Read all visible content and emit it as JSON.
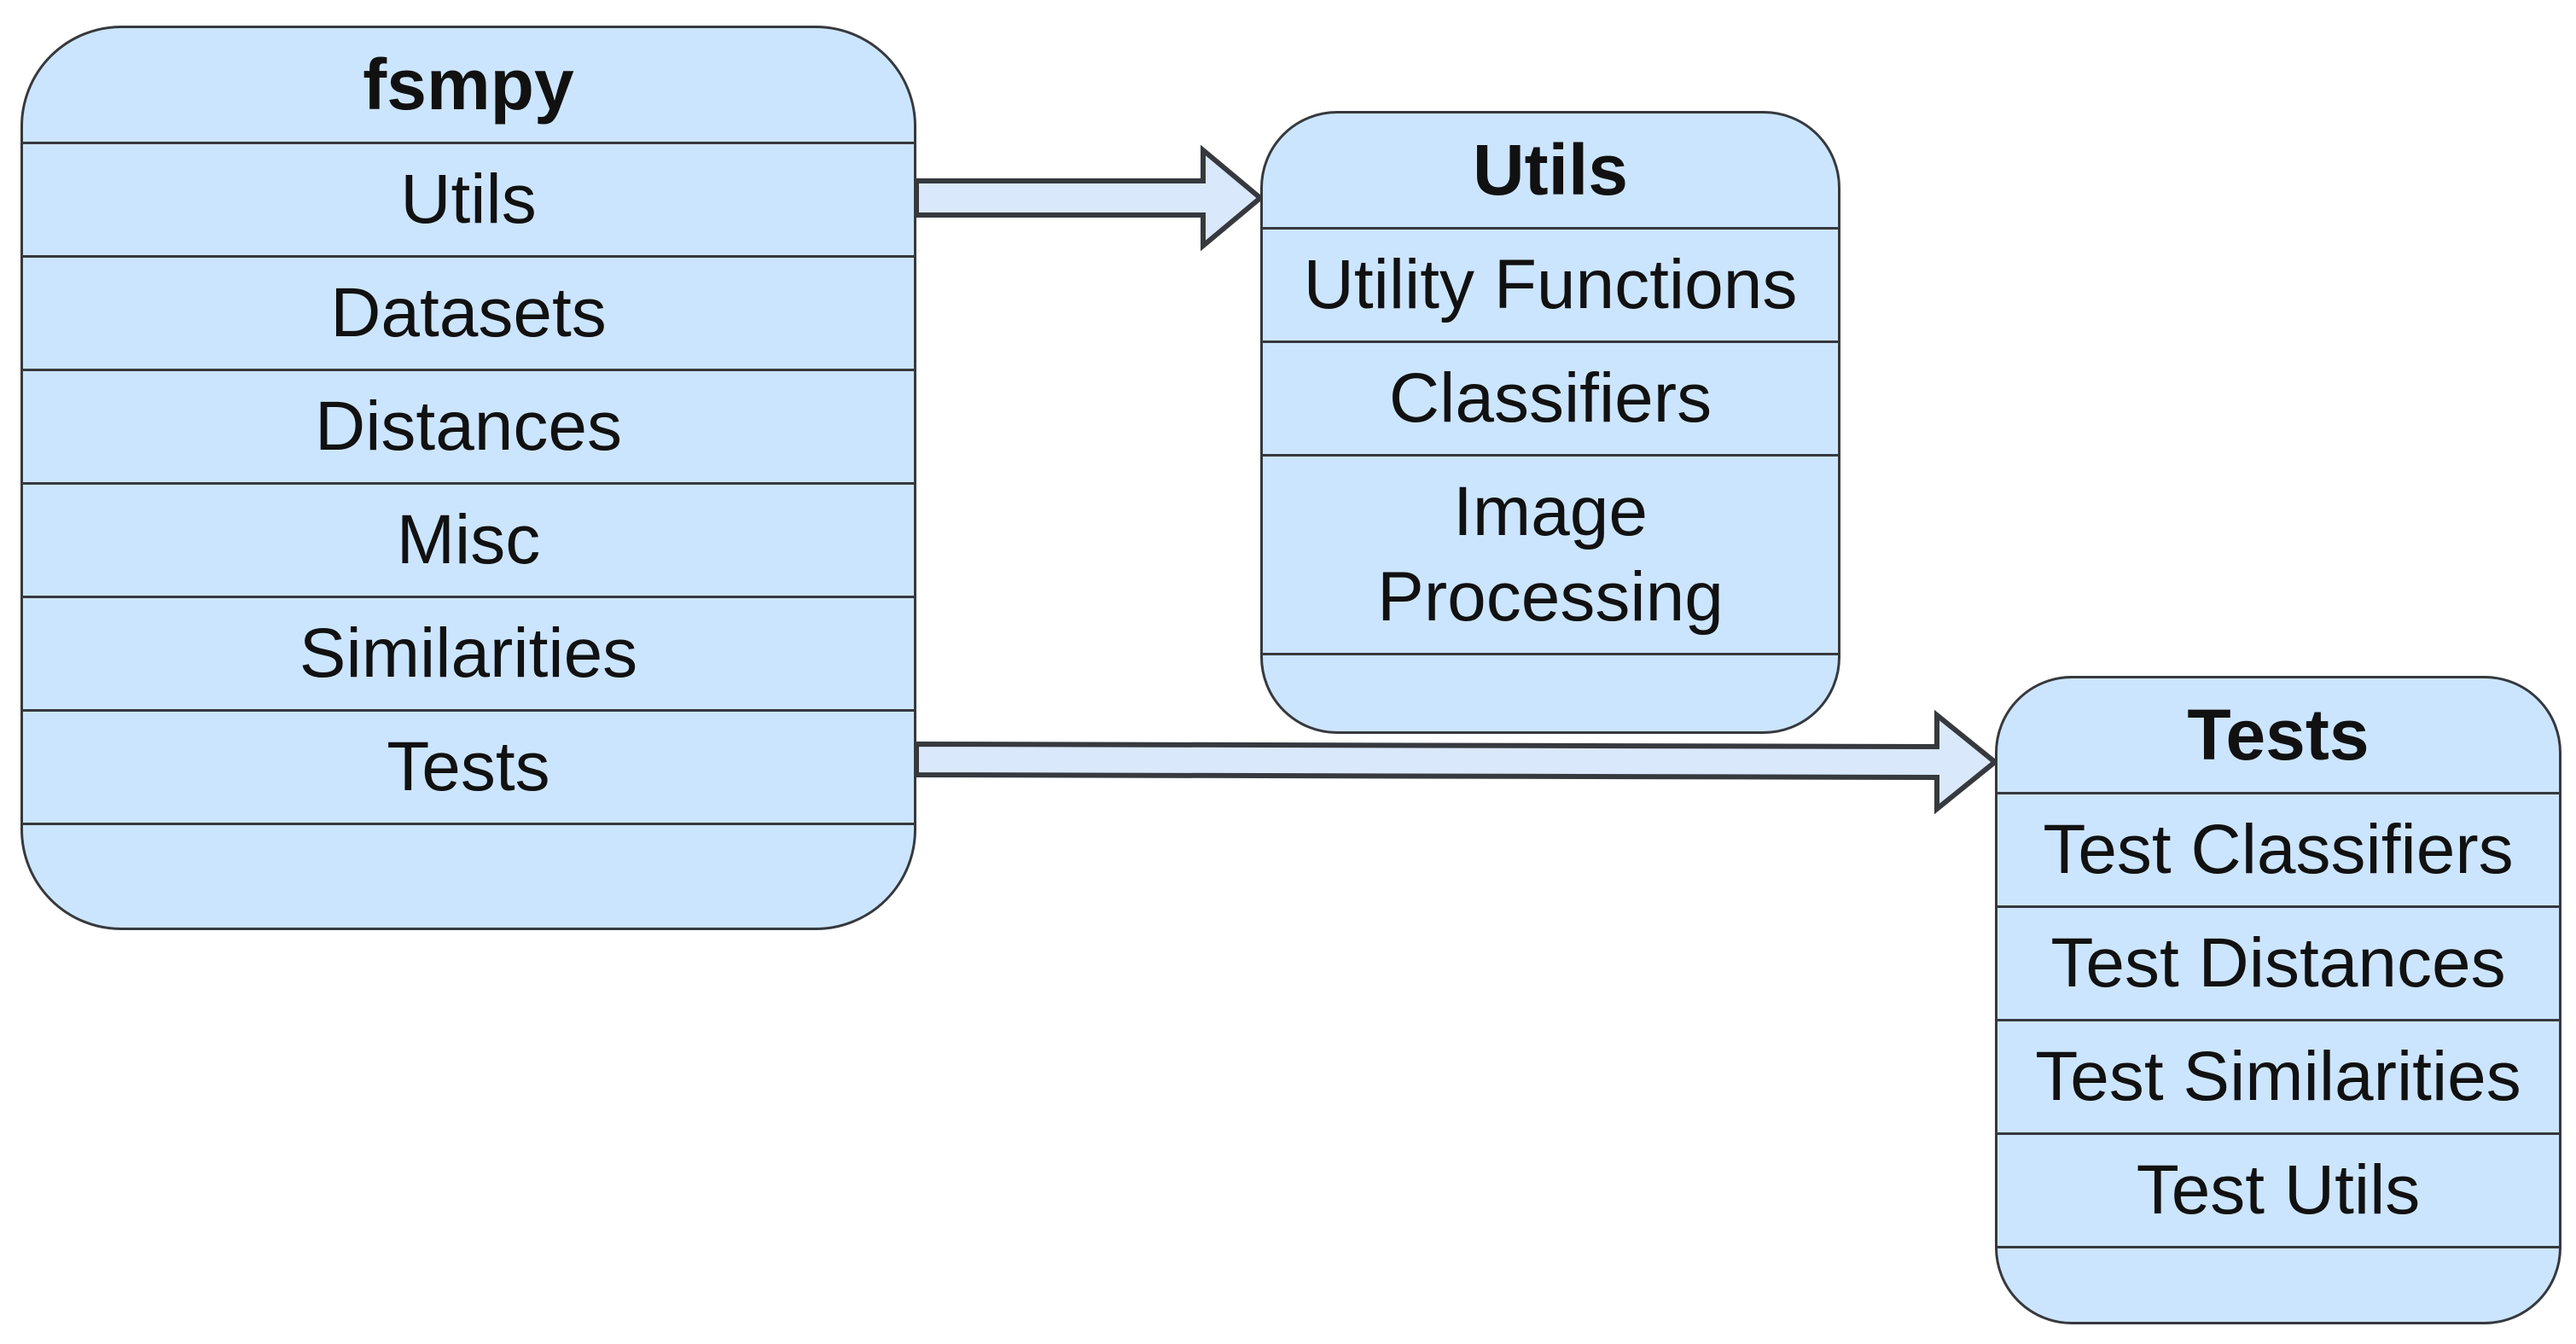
{
  "diagram": {
    "nodes": [
      {
        "id": "fsmpy",
        "title": "fsmpy",
        "items": [
          "Utils",
          "Datasets",
          "Distances",
          "Misc",
          "Similarities",
          "Tests"
        ]
      },
      {
        "id": "utils",
        "title": "Utils",
        "items": [
          "Utility Functions",
          "Classifiers",
          "Image Processing"
        ]
      },
      {
        "id": "tests",
        "title": "Tests",
        "items": [
          "Test Classifiers",
          "Test Distances",
          "Test Similarities",
          "Test Utils"
        ]
      }
    ],
    "edges": [
      {
        "from": "fsmpy.Utils",
        "to": "utils"
      },
      {
        "from": "fsmpy.Tests",
        "to": "tests"
      }
    ],
    "colors": {
      "box_fill": "#cce5ff",
      "box_stroke": "#36393d",
      "arrow_fill": "#dae8fc",
      "background": "#ffffff"
    }
  }
}
